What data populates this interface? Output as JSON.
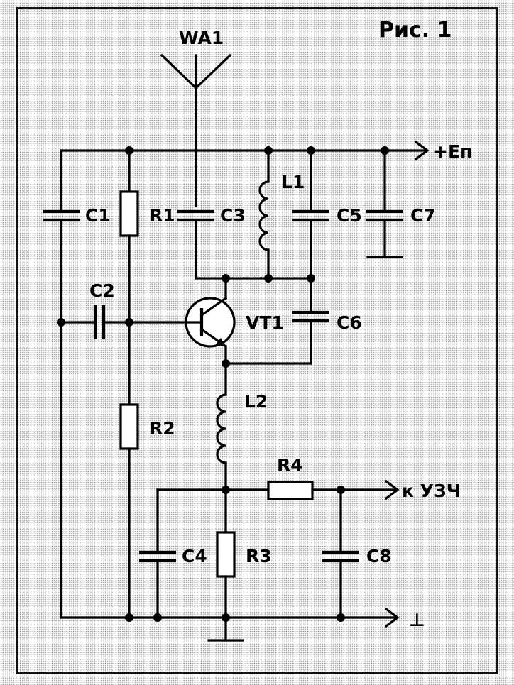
{
  "figure": {
    "title": "Рис. 1",
    "supply_label": "+Eп",
    "output_label": "к УЗЧ",
    "ground_label": "⊥"
  },
  "components": {
    "antenna": "WA1",
    "transistor": "VT1",
    "resistors": [
      "R1",
      "R2",
      "R3",
      "R4"
    ],
    "capacitors": [
      "C1",
      "C2",
      "C3",
      "C4",
      "C5",
      "C6",
      "C7",
      "C8"
    ],
    "inductors": [
      "L1",
      "L2"
    ]
  }
}
